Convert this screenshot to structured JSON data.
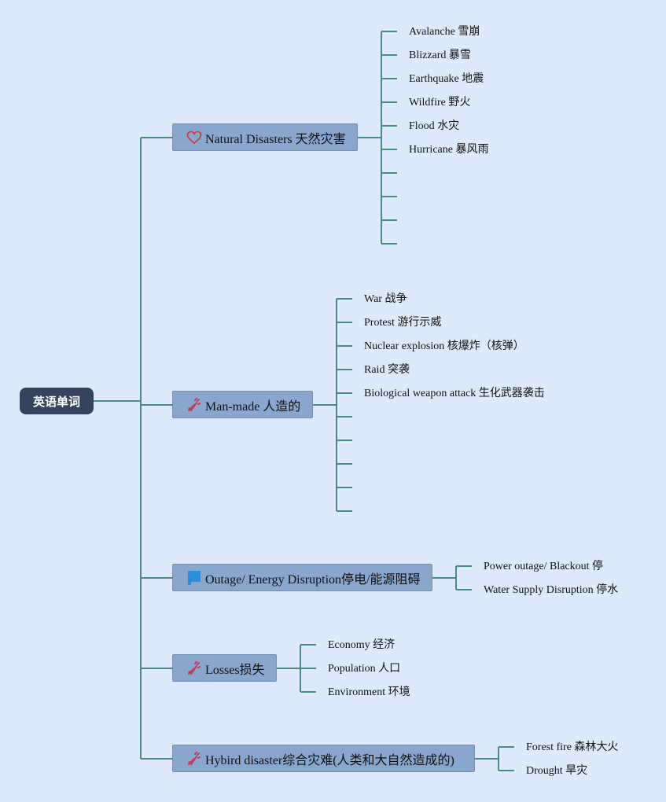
{
  "root": {
    "label": "英语单词"
  },
  "branches": [
    {
      "label": "Natural Disasters 天然灾害",
      "icon": "heart-icon",
      "leaves": [
        "Avalanche 雪崩",
        "Blizzard 暴雪",
        "Earthquake 地震",
        "Wildfire 野火",
        "Flood 水灾",
        "Hurricane 暴风雨",
        "",
        "",
        "",
        ""
      ]
    },
    {
      "label": "Man-made 人造的",
      "icon": "tools-icon",
      "leaves": [
        "War 战争",
        "Protest 游行示威",
        "Nuclear explosion 核爆炸（核弹）",
        "Raid 突袭",
        "Biological weapon attack 生化武器袭击",
        "",
        "",
        "",
        "",
        ""
      ]
    },
    {
      "label": "Outage/ Energy Disruption停电/能源阻碍",
      "icon": "flag-icon",
      "leaves": [
        "Power outage/ Blackout 停",
        "Water Supply Disruption 停水"
      ]
    },
    {
      "label": "Losses损失",
      "icon": "tools-icon",
      "leaves": [
        "Economy 经济",
        "Population 人口",
        "Environment 环境"
      ]
    },
    {
      "label": "Hybird disaster综合灾难(人类和大自然造成的)",
      "icon": "tools-icon",
      "leaves": [
        "Forest fire 森林大火",
        "Drought 旱灾"
      ]
    }
  ],
  "colors": {
    "background": "#ddeafc",
    "root_fill": "#34435e",
    "branch_fill": "#89a6cd",
    "connector": "#4a8a8a",
    "heart": "#d0333a",
    "flag": "#2a8fe0",
    "tools": "#c43a5a"
  }
}
